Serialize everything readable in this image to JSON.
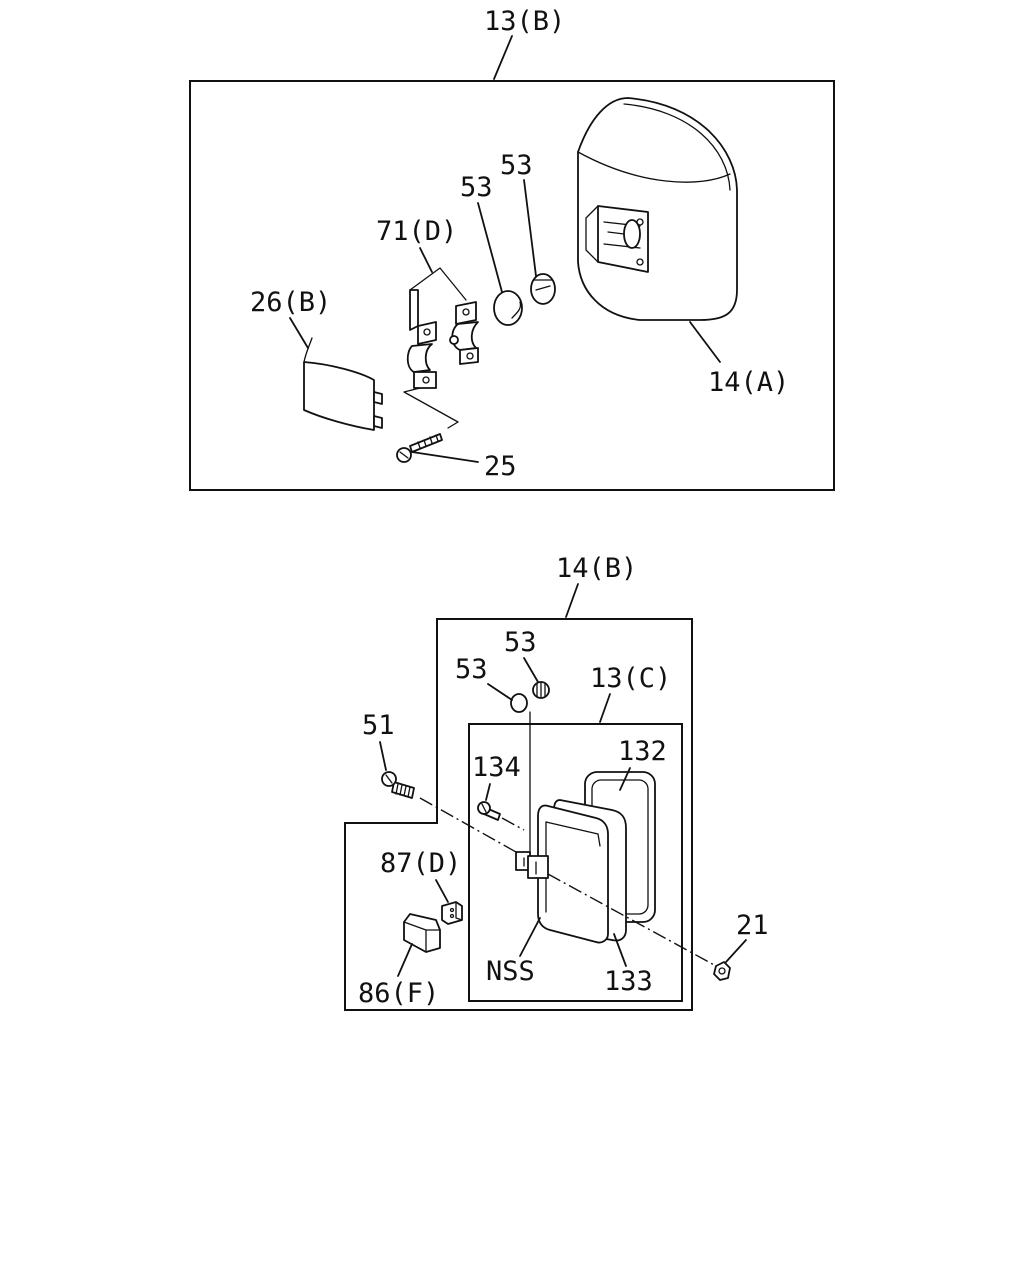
{
  "diagram": {
    "labels": {
      "upper_group": "13(B)",
      "upper_bracket": "71(D)",
      "upper_seal_left": "53",
      "upper_seal_right": "53",
      "upper_cover": "26(B)",
      "upper_screw": "25",
      "upper_housing": "14(A)",
      "lower_group": "14(B)",
      "lower_seal_left": "53",
      "lower_seal_right": "53",
      "lower_subgroup": "13(C)",
      "lower_gasket": "132",
      "lower_screw_small": "134",
      "lower_bolt": "51",
      "lower_clip": "87(D)",
      "lower_cap": "86(F)",
      "lower_lens": "NSS",
      "lower_frame": "133",
      "lower_nut": "21"
    }
  }
}
